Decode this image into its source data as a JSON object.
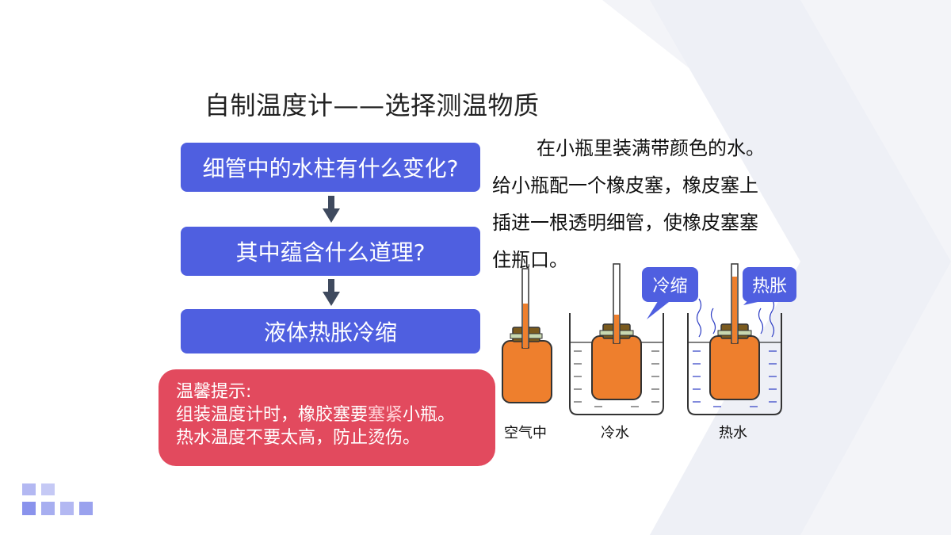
{
  "slide": {
    "title": "自制温度计——选择测温物质",
    "flow": [
      {
        "label": "细管中的水柱有什么变化?"
      },
      {
        "label": "其中蕴含什么道理?"
      },
      {
        "label": "液体热胀冷缩"
      }
    ],
    "tip": {
      "heading": "温馨提示:",
      "line2_prefix": "组装温度计时，橡胶塞要",
      "line2_highlight": "塞紧",
      "line2_suffix": "小瓶。",
      "line3": "热水温度不要太高，防止烫伤。"
    },
    "description": {
      "line1": "在小瓶里装满带颜色的水。",
      "line2": "给小瓶配一个橡皮塞，橡皮塞上",
      "line3": "插进一根透明细管，使橡皮塞塞",
      "line4": "住瓶口。"
    },
    "diagram": {
      "bubble_cold": "冷缩",
      "bubble_hot": "热胀",
      "caption_air": "空气中",
      "caption_cold": "冷水",
      "caption_hot": "热水"
    }
  },
  "colors": {
    "accent_blue": "#4f5fe0",
    "tip_red": "#e24a5e",
    "liquid_orange": "#ee7f2d",
    "cork_brown": "#7a5a1e"
  }
}
